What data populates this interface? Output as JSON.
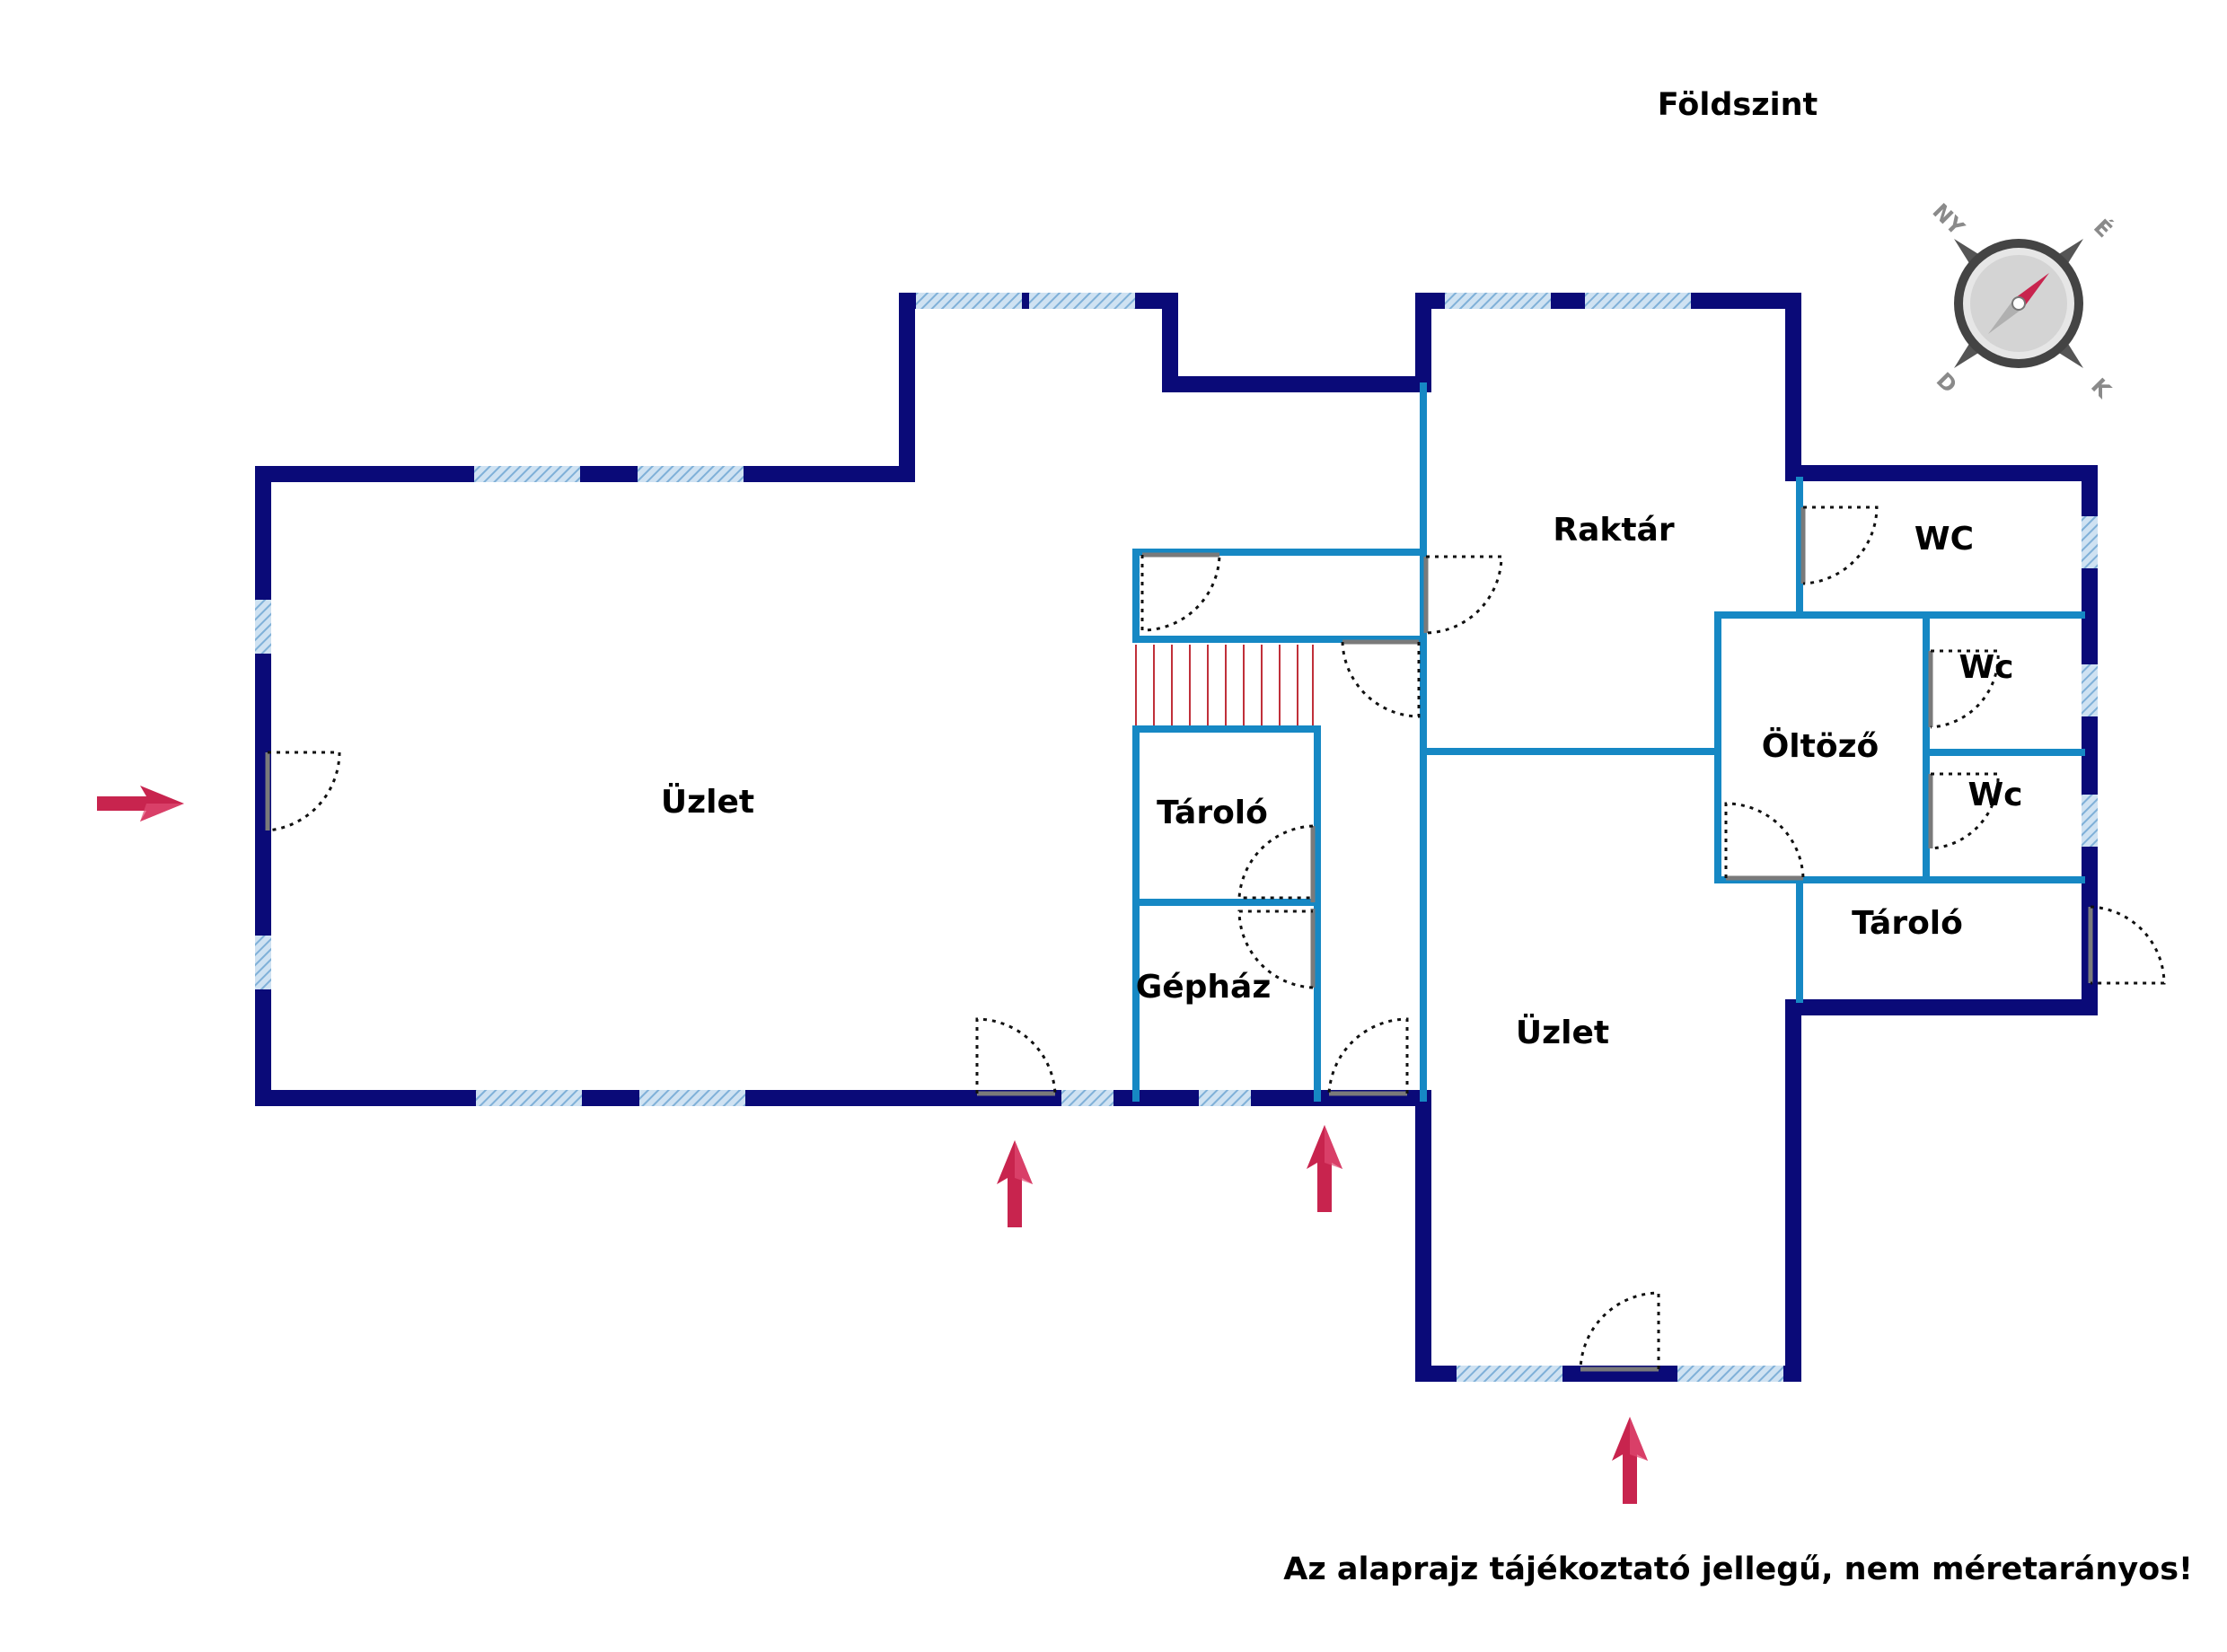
{
  "title": "Földszint",
  "note": "Az alaprajz tájékoztató jellegű, nem méretarányos!",
  "rooms": {
    "uzlet_left": "Üzlet",
    "raktar": "Raktár",
    "wc_top": "WC",
    "wc_1": "Wc",
    "wc_2": "Wc",
    "oltozo": "Öltöző",
    "tarolo_left": "Tároló",
    "tarolo_right": "Tároló",
    "gephaz": "Gépház",
    "uzlet_right": "Üzlet"
  },
  "compass": {
    "n": "É",
    "e": "K",
    "s": "D",
    "w": "NY"
  },
  "colors": {
    "exterior_wall": "#0a0a78",
    "interior_wall": "#1688c4",
    "window": "#a8c8e4",
    "entrance_arrow": "#c8244e",
    "stairs": "#c0303a"
  },
  "icons": {
    "compass": "compass-icon",
    "entrance": "entrance-arrow-icon",
    "door": "door-icon",
    "window": "window-icon",
    "stairs": "stairs-icon"
  }
}
